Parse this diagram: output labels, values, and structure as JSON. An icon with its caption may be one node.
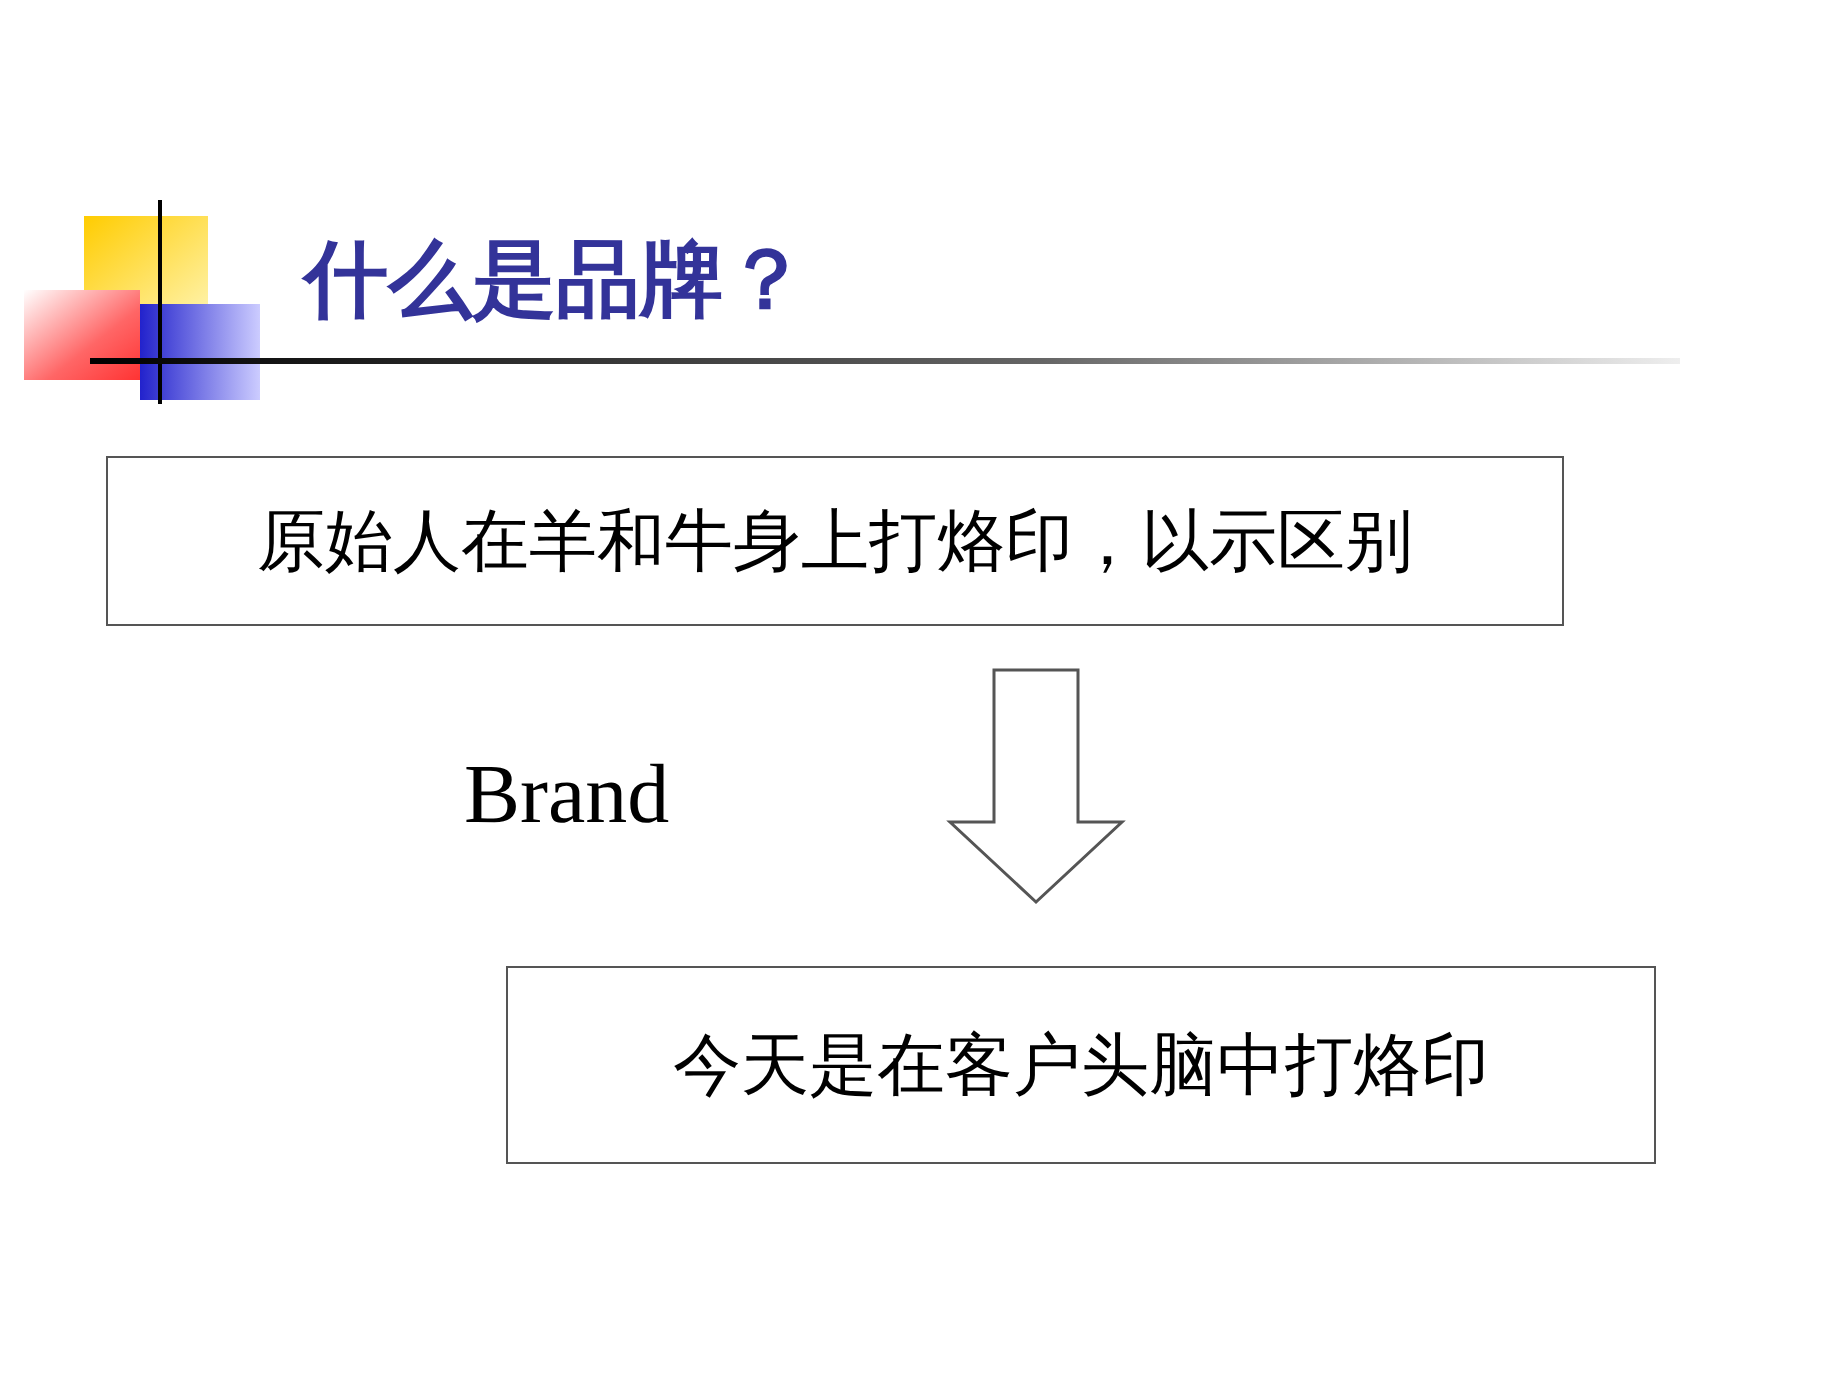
{
  "diagram": {
    "title": "什么是品牌？",
    "nodes": [
      {
        "text": [
          "原始人在羊和牛身上打烙印，以示区别"
        ]
      },
      {
        "text": [
          "今天是在客户头脑中打烙印"
        ]
      }
    ],
    "edges": [
      {
        "from": 0,
        "to": 1,
        "arrow": "to"
      }
    ],
    "labels": [
      "Brand"
    ]
  }
}
